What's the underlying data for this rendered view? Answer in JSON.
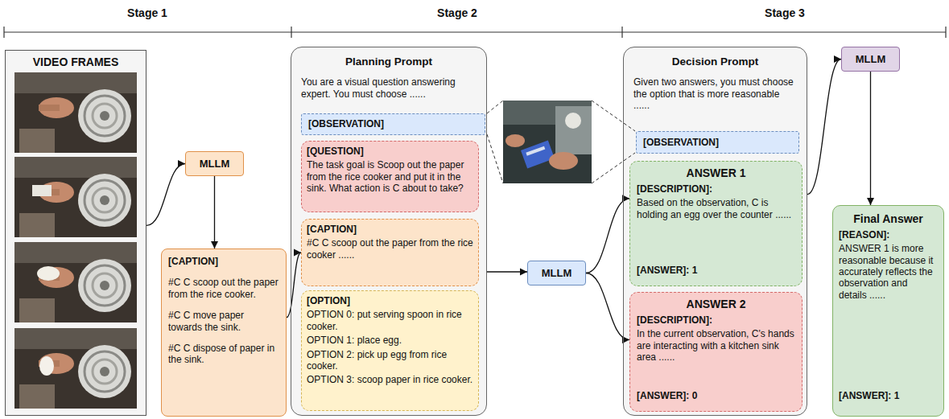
{
  "diagram": {
    "nodes": [
      {
        "text": [
          "VIDEO FRAMES"
        ]
      },
      {
        "text": [
          "MLLM"
        ]
      },
      {
        "text": [
          "[CAPTION]",
          "#C C scoop out the paper from the rice cooker.",
          "#C C move paper towards the sink.",
          "#C C dispose of paper in the sink."
        ]
      },
      {
        "text": [
          "Planning Prompt",
          "You are a visual question answering expert. You must choose ......"
        ]
      },
      {
        "text": [
          "[OBSERVATION]"
        ],
        "in": 3
      },
      {
        "text": [
          "[QUESTION]",
          "The task goal is Scoop out the paper from the rice cooker and put it in the sink. What action is C about to take?"
        ],
        "in": 3
      },
      {
        "text": [
          "[CAPTION]",
          "#C C scoop out the paper from the rice cooker ......"
        ],
        "in": 3
      },
      {
        "text": [
          "[OPTION]",
          "OPTION 0: put serving spoon in rice cooker.",
          "OPTION 1: place egg.",
          "OPTION 2: pick up egg from rice cooker.",
          "OPTION 3: scoop paper in rice cooker."
        ],
        "in": 3
      },
      {
        "text": [
          "MLLM"
        ]
      },
      {
        "text": [
          "Decision Prompt",
          "Given two answers, you must choose the option that is more reasonable ......"
        ]
      },
      {
        "text": [
          "[OBSERVATION]"
        ],
        "in": 9
      },
      {
        "text": [
          "ANSWER 1",
          "[DESCRIPTION]:",
          "Based on the observation, C is holding an egg over the counter ......",
          "[ANSWER]: 1"
        ],
        "in": 9
      },
      {
        "text": [
          "ANSWER 2",
          "[DESCRIPTION]:",
          "In the current observation, C's hands are interacting with a kitchen sink area ......",
          "[ANSWER]: 0"
        ],
        "in": 9
      },
      {
        "text": [
          "MLLM"
        ]
      },
      {
        "text": [
          "Final Answer",
          "[REASON]:",
          "ANSWER 1 is more reasonable because it accurately reflects the observation and details ......",
          "[ANSWER]: 1"
        ]
      }
    ],
    "edges": [
      {
        "from": 0,
        "to": 1,
        "arrow": "to"
      },
      {
        "from": 1,
        "to": 2,
        "arrow": "to"
      },
      {
        "from": 2,
        "to": 6,
        "arrow": "to"
      },
      {
        "from": 3,
        "to": 8,
        "arrow": "to"
      },
      {
        "from": 8,
        "to": 11,
        "arrow": "to"
      },
      {
        "from": 8,
        "to": 12,
        "arrow": "to"
      },
      {
        "from": 9,
        "to": 13,
        "arrow": "to"
      },
      {
        "from": 13,
        "to": 14,
        "arrow": "to"
      }
    ],
    "labels": [
      "Stage 1",
      "Stage 2",
      "Stage 3"
    ]
  }
}
